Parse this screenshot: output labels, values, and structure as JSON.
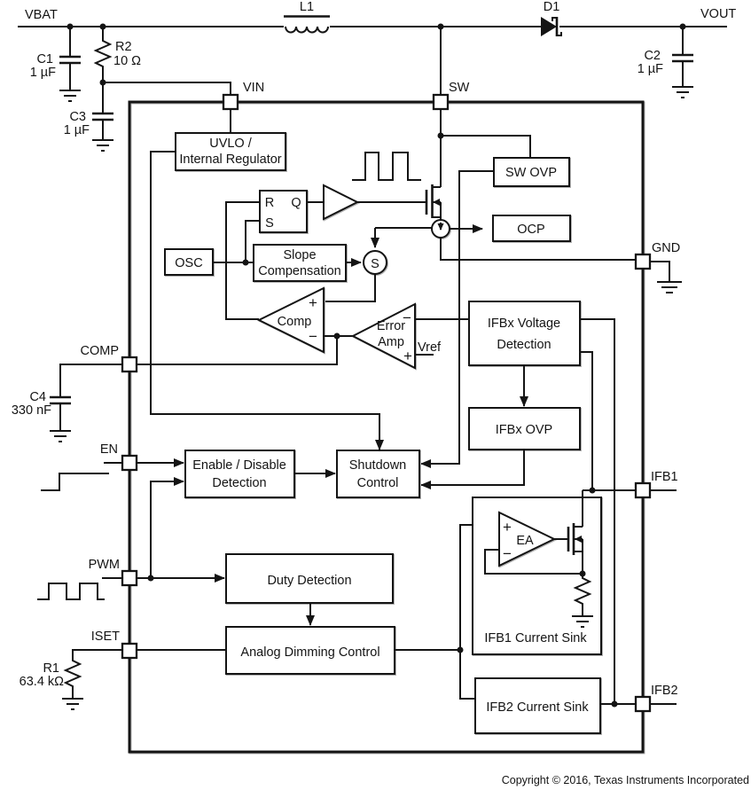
{
  "external": {
    "vbat": "VBAT",
    "vout": "VOUT",
    "l1": "L1",
    "d1": "D1",
    "c1": "C1",
    "c1_val": "1 µF",
    "r2": "R2",
    "r2_val": "10 Ω",
    "c3": "C3",
    "c3_val": "1 µF",
    "c2": "C2",
    "c2_val": "1 µF",
    "c4": "C4",
    "c4_val": "330 nF",
    "r1": "R1",
    "r1_val": "63.4 kΩ"
  },
  "pins": {
    "vin": "VIN",
    "sw": "SW",
    "gnd": "GND",
    "comp": "COMP",
    "en": "EN",
    "pwm": "PWM",
    "iset": "ISET",
    "ifb1": "IFB1",
    "ifb2": "IFB2"
  },
  "blocks": {
    "uvlo1": "UVLO /",
    "uvlo2": "Internal Regulator",
    "osc": "OSC",
    "slope1": "Slope",
    "slope2": "Compensation",
    "sw_ovp": "SW OVP",
    "ocp": "OCP",
    "ifbx_vd1": "IFBx Voltage",
    "ifbx_vd2": "Detection",
    "ifbx_ovp": "IFBx OVP",
    "enable1": "Enable / Disable",
    "enable2": "Detection",
    "shutdown1": "Shutdown",
    "shutdown2": "Control",
    "duty": "Duty Detection",
    "adc": "Analog Dimming Control",
    "ifb1_sink": "IFB1 Current Sink",
    "ifb2_sink": "IFB2 Current Sink"
  },
  "logic": {
    "r": "R",
    "s": "S",
    "q": "Q",
    "sum": "S",
    "comp": "Comp",
    "error1": "Error",
    "error2": "Amp",
    "vref": "Vref",
    "ea": "EA",
    "plus": "+",
    "minus": "−"
  },
  "colors": {
    "ink": "#141414",
    "bg": "#ffffff"
  },
  "footer": {
    "copyright": "Copyright © 2016, Texas Instruments Incorporated"
  }
}
